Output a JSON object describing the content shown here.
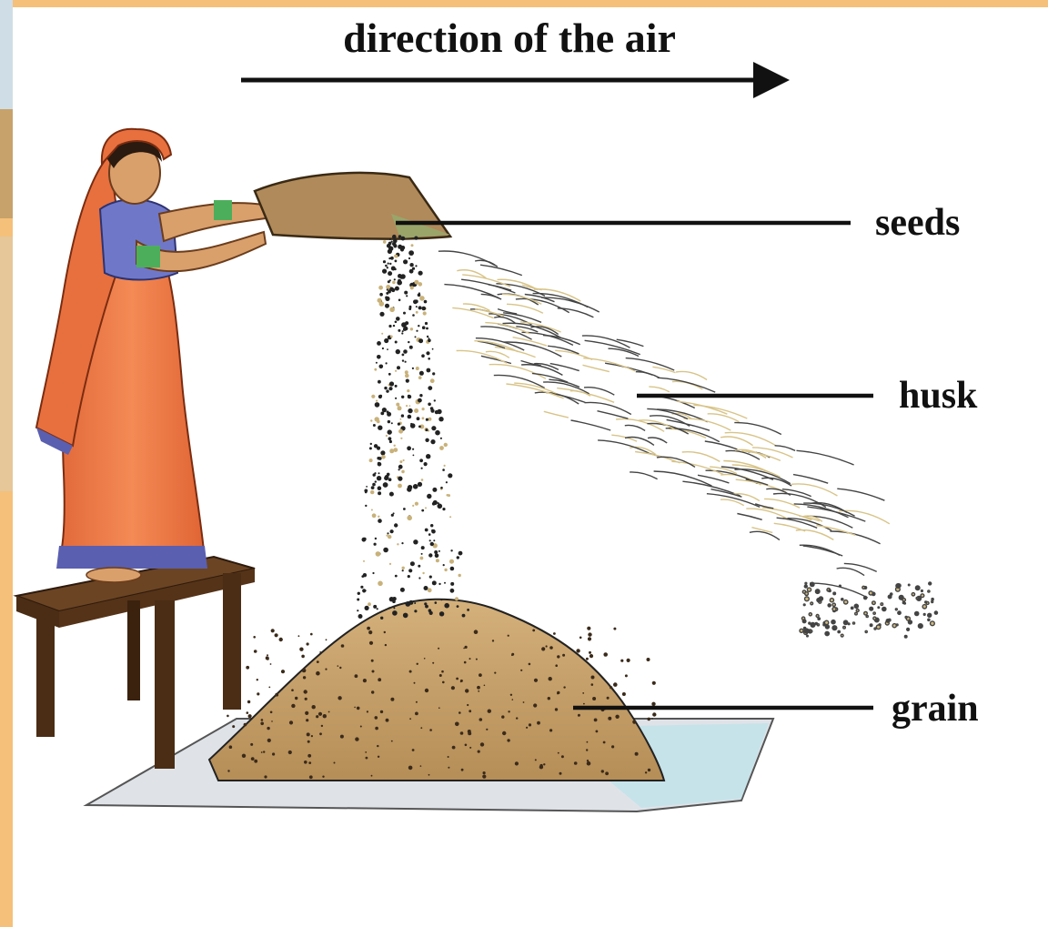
{
  "diagram": {
    "air_direction_label": "direction of the air",
    "labels": {
      "seeds": "seeds",
      "husk": "husk",
      "grain": "grain"
    }
  },
  "colors": {
    "frame": "#f5c07a",
    "saree": "#ee7a45",
    "blouse": "#6f78c8",
    "skin": "#d9a06c",
    "table": "#5e3b1f",
    "grain_pile": "#c9a46b",
    "sheet": "#d7ebef",
    "ink": "#111111"
  }
}
